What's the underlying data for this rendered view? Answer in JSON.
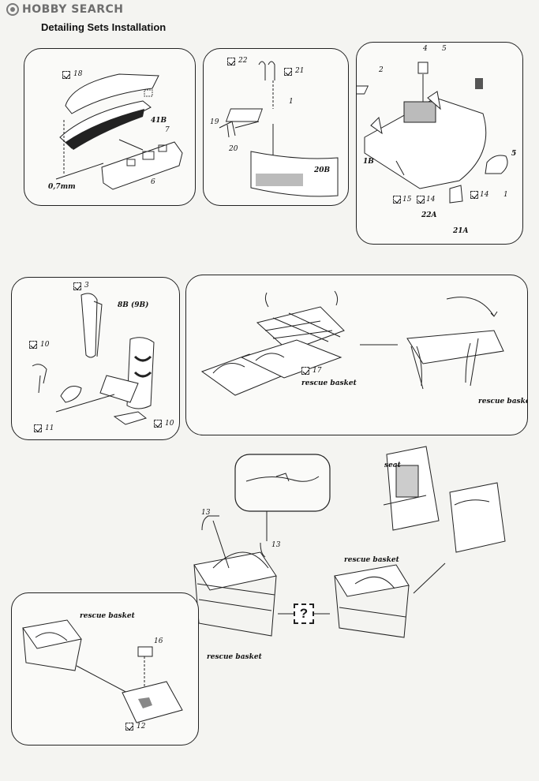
{
  "watermark": {
    "text": "HOBBY SEARCH"
  },
  "page": {
    "title": "Detailing Sets Installation"
  },
  "panel1": {
    "part_18": "18",
    "part_41b": "41B",
    "part_7": "7",
    "part_6": "6",
    "measure": "0,7mm"
  },
  "panel2": {
    "part_22": "22",
    "part_21": "21",
    "part_1": "1",
    "part_19": "19",
    "part_20": "20",
    "part_20b": "20B"
  },
  "panel3": {
    "part_2": "2",
    "part_4": "4",
    "part_5_top": "5",
    "part_1b": "1B",
    "part_5": "5",
    "part_15": "15",
    "part_14": "14",
    "part_14b": "14",
    "part_1": "1",
    "part_22a": "22A",
    "part_21a": "21A"
  },
  "panel4": {
    "part_3": "3",
    "part_8b": "8B (9B)",
    "part_10": "10",
    "part_10b": "10",
    "part_11": "11"
  },
  "panel5": {
    "part_17": "17",
    "label_basket_1": "rescue basket",
    "label_basket_2": "rescue basket"
  },
  "free": {
    "part_13a": "13",
    "part_13b": "13",
    "seat": "seat",
    "label_basket_mid": "rescue basket",
    "label_basket_center": "rescue basket",
    "question": "?"
  },
  "panel6": {
    "label_basket": "rescue basket",
    "part_16": "16",
    "part_12": "12"
  }
}
